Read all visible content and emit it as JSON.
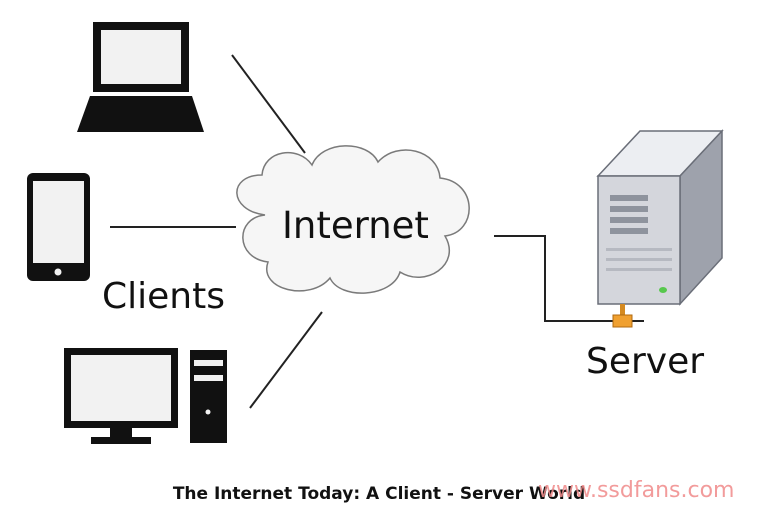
{
  "labels": {
    "internet": "Internet",
    "clients": "Clients",
    "server": "Server"
  },
  "caption": "The Internet Today: A Client - Server World",
  "watermark": "www.ssdfans.com",
  "icons": {
    "client_1": "laptop-icon",
    "client_2": "smartphone-icon",
    "client_3": "desktop-computer-icon",
    "network": "cloud-icon",
    "host": "server-tower-icon"
  },
  "colors": {
    "device": "#111111",
    "cloud_fill": "#f6f6f6",
    "cloud_stroke": "#7a7a7a",
    "server_body": "#d4d6dc",
    "connector": "#f0a030",
    "watermark": "#f08a8a"
  }
}
